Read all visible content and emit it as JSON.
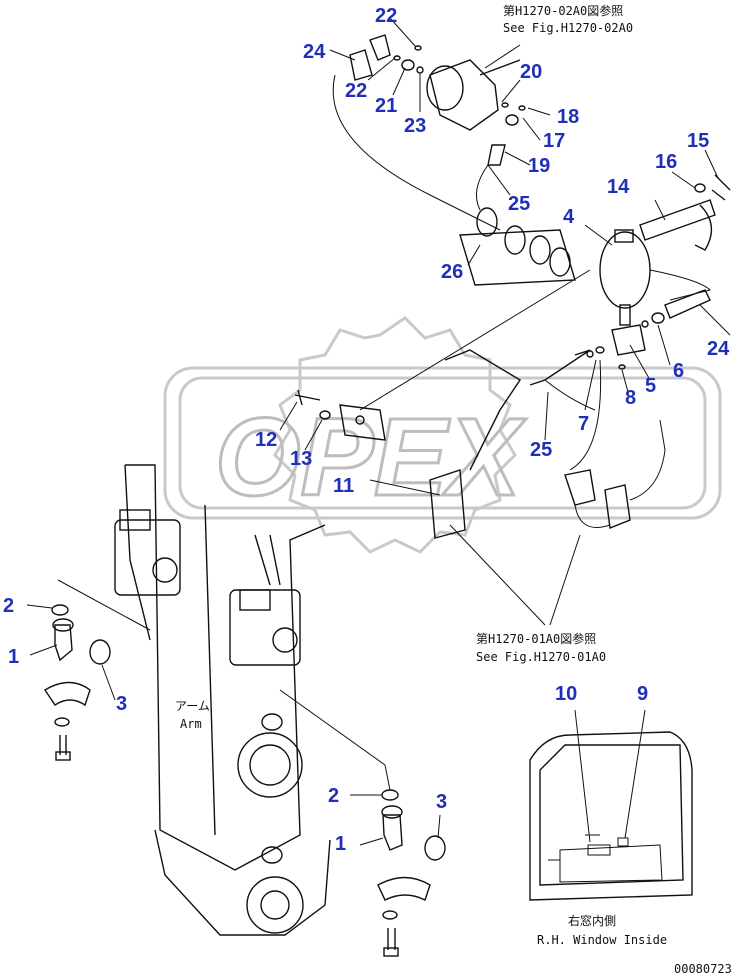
{
  "references": {
    "top_jp": "第H1270-02A0図参照",
    "top_en": "See Fig.H1270-02A0",
    "mid_jp": "第H1270-01A0図参照",
    "mid_en": "See Fig.H1270-01A0"
  },
  "labels": {
    "arm_jp": "アーム",
    "arm_en": "Arm",
    "window_jp": "右窓内側",
    "window_en": "R.H. Window Inside",
    "drawing_no": "00080723",
    "watermark": "OPEX"
  },
  "callouts": {
    "c1a": "1",
    "c1b": "1",
    "c2a": "2",
    "c2b": "2",
    "c3a": "3",
    "c3b": "3",
    "c4": "4",
    "c5": "5",
    "c6": "6",
    "c7": "7",
    "c8": "8",
    "c9": "9",
    "c10": "10",
    "c11": "11",
    "c12": "12",
    "c13": "13",
    "c14": "14",
    "c15": "15",
    "c16": "16",
    "c17": "17",
    "c18": "18",
    "c19": "19",
    "c20": "20",
    "c21": "21",
    "c22a": "22",
    "c22b": "22",
    "c23": "23",
    "c24a": "24",
    "c24b": "24",
    "c25a": "25",
    "c25b": "25",
    "c26": "26"
  },
  "colors": {
    "callout": "#1f2fb8",
    "line": "#111111",
    "watermark": "#c9c9c9"
  }
}
